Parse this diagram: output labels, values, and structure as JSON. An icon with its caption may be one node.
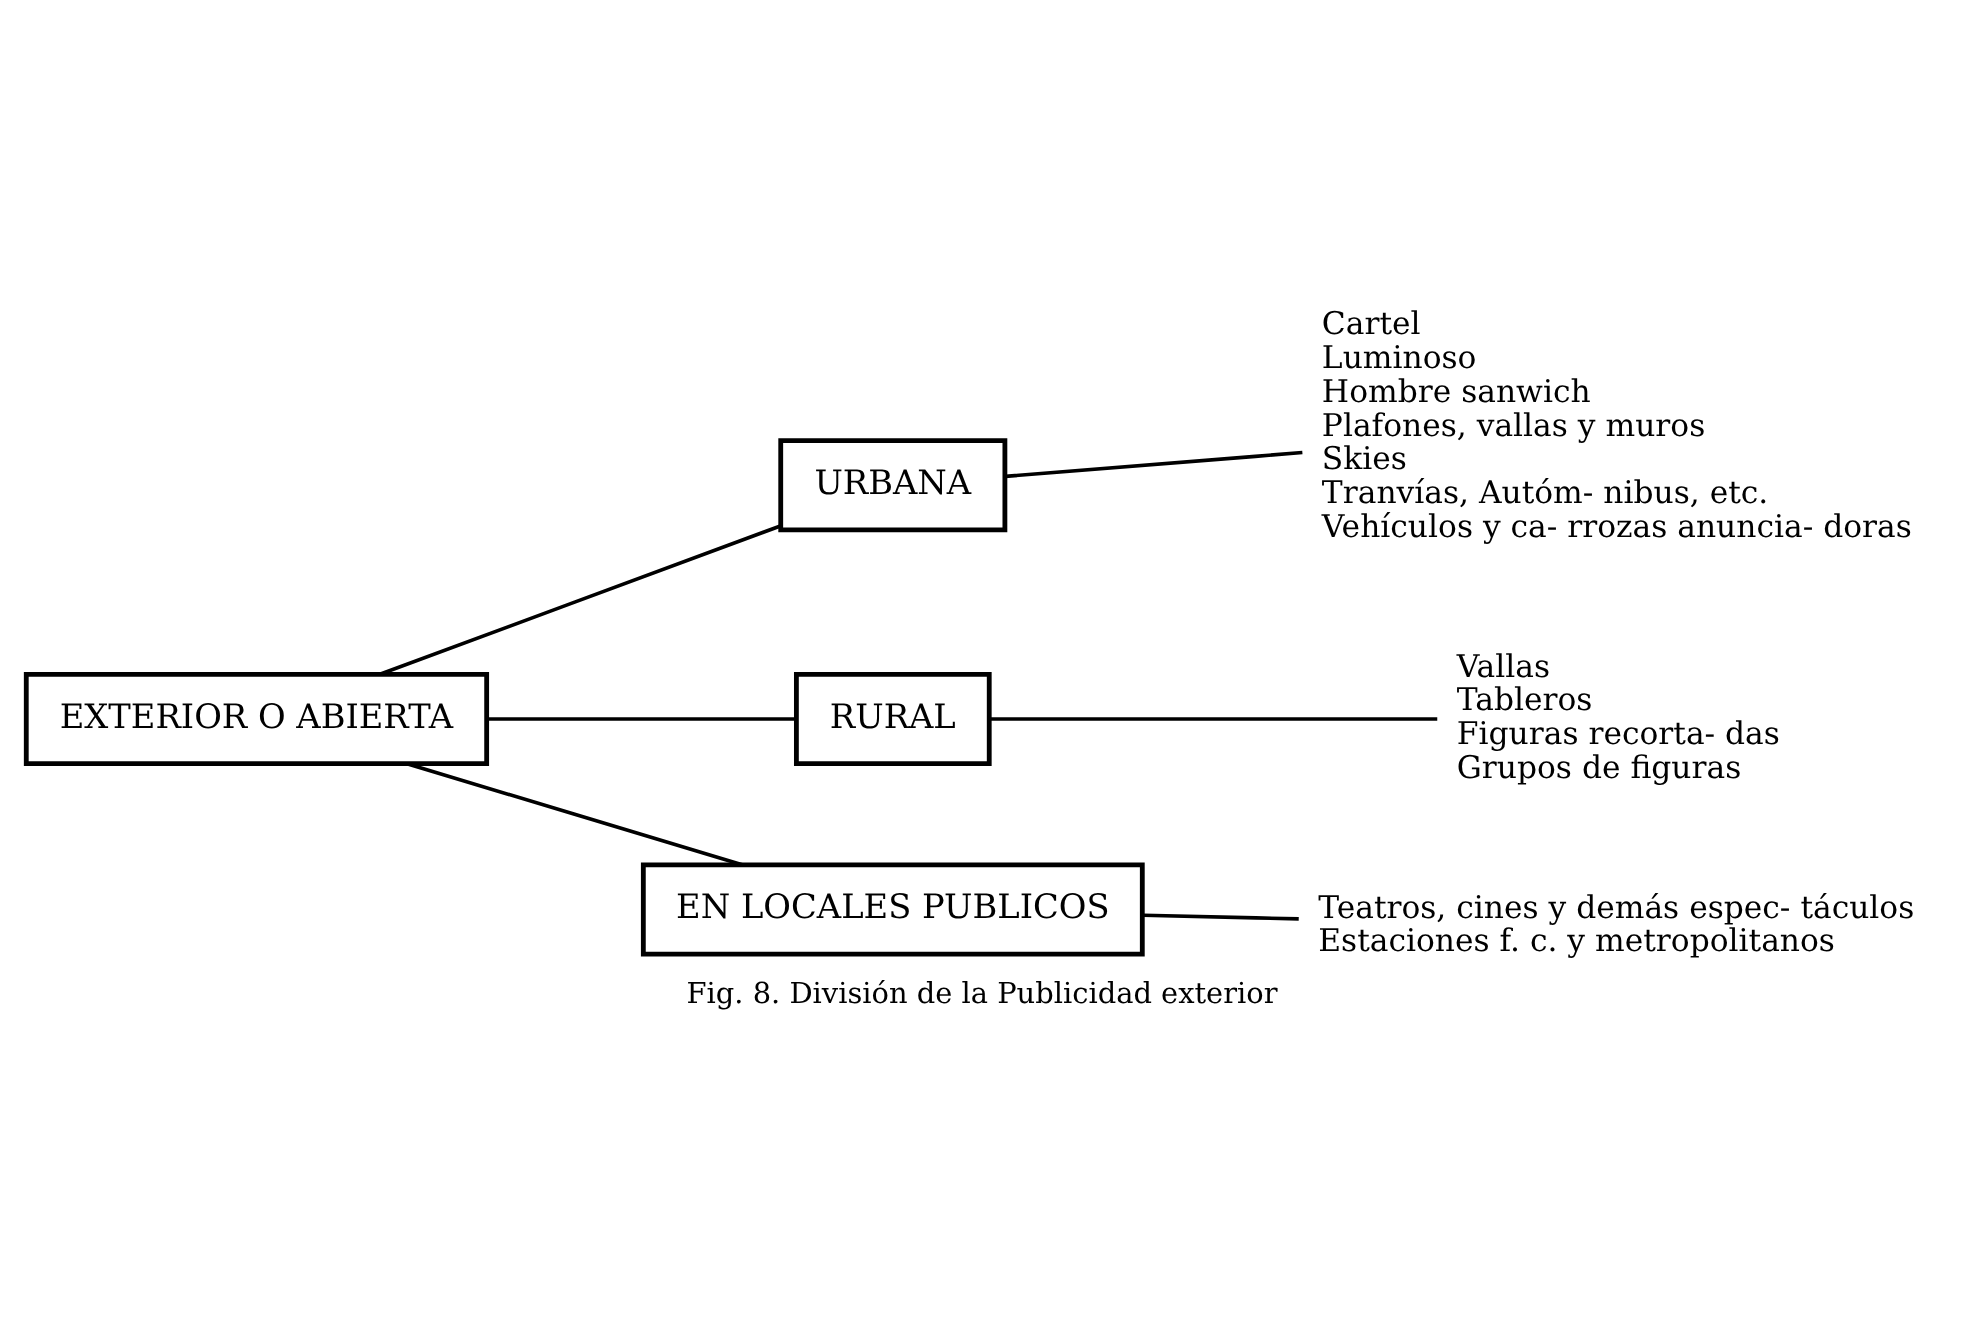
{
  "diagram": {
    "caption": "Fig. 8. División de la Publicidad exterior",
    "nodes": [
      {
        "text": [
          "EXTERIOR O ABIERTA"
        ]
      },
      {
        "text": [
          "URBANA"
        ]
      },
      {
        "text": [
          "RURAL"
        ]
      },
      {
        "text": [
          "EN LOCALES PUBLICOS"
        ]
      },
      {
        "text": [
          "Cartel",
          "Luminoso",
          "Hombre sanwich",
          "Plafones, vallas y muros",
          "Skies",
          "Tranvías, Autóm- nibus, etc.",
          "Vehículos y ca- rrozas anuncia- doras"
        ]
      },
      {
        "text": [
          "Vallas",
          "Tableros",
          "Figuras recorta- das",
          "Grupos de figuras"
        ]
      },
      {
        "text": [
          "Teatros, cines y demás espec- táculos",
          "Estaciones f. c. y metropolitanos"
        ]
      }
    ],
    "edges": [
      {
        "from": 0,
        "to": 1,
        "arrow": "none"
      },
      {
        "from": 0,
        "to": 2,
        "arrow": "none"
      },
      {
        "from": 0,
        "to": 3,
        "arrow": "none"
      },
      {
        "from": 1,
        "to": 4,
        "arrow": "none"
      },
      {
        "from": 2,
        "to": 5,
        "arrow": "none"
      },
      {
        "from": 3,
        "to": 6,
        "arrow": "none"
      }
    ]
  }
}
